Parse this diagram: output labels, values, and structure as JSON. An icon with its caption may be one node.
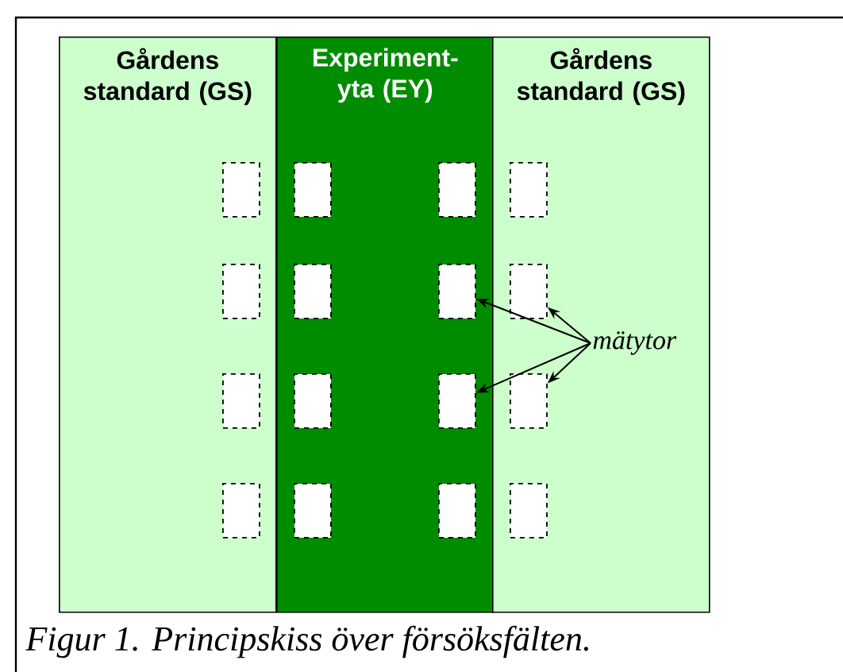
{
  "diagram": {
    "caption": "Figur 1. Principskiss över försöksfälten.",
    "nodes": [
      {
        "text": [
          "Gårdens standard (GS)"
        ]
      },
      {
        "text": [
          "Experiment-yta (EY)"
        ]
      },
      {
        "text": [
          "Gårdens standard (GS)"
        ]
      },
      {
        "text": [],
        "shape": "box",
        "in": 0
      },
      {
        "text": [],
        "shape": "box",
        "in": 1
      },
      {
        "text": [],
        "shape": "box",
        "in": 1
      },
      {
        "text": [],
        "shape": "box",
        "in": 2
      },
      {
        "text": [],
        "shape": "box",
        "in": 0
      },
      {
        "text": [],
        "shape": "box",
        "in": 1
      },
      {
        "text": [],
        "shape": "box",
        "in": 1
      },
      {
        "text": [],
        "shape": "box",
        "in": 2
      },
      {
        "text": [],
        "shape": "box",
        "in": 0
      },
      {
        "text": [],
        "shape": "box",
        "in": 1
      },
      {
        "text": [],
        "shape": "box",
        "in": 1
      },
      {
        "text": [],
        "shape": "box",
        "in": 2
      },
      {
        "text": [],
        "shape": "box",
        "in": 0
      },
      {
        "text": [],
        "shape": "box",
        "in": 1
      },
      {
        "text": [],
        "shape": "box",
        "in": 1
      },
      {
        "text": [],
        "shape": "box",
        "in": 2
      },
      {
        "text": [
          "mätytor"
        ],
        "in": 2
      }
    ],
    "edges": [
      {
        "from": 19,
        "to": 9,
        "arrow": "to"
      },
      {
        "from": 19,
        "to": 10,
        "arrow": "to"
      },
      {
        "from": 19,
        "to": 13,
        "arrow": "to"
      },
      {
        "from": 19,
        "to": 14,
        "arrow": "to"
      }
    ]
  }
}
